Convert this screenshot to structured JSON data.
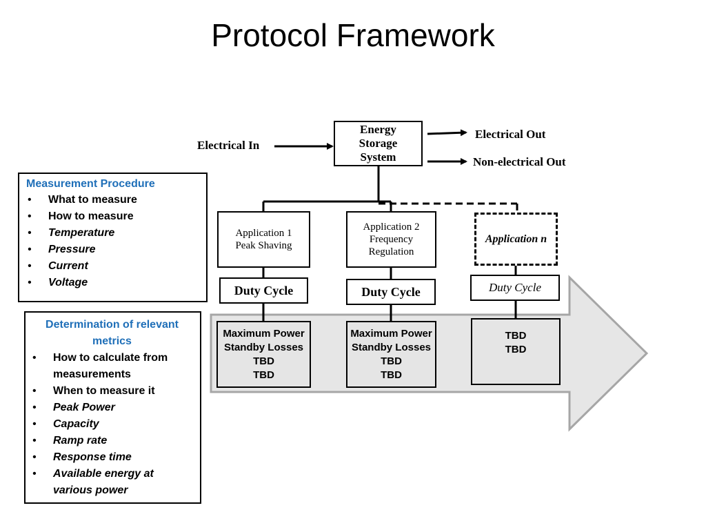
{
  "title": "Protocol Framework",
  "ess": {
    "line1": "Energy",
    "line2": "Storage",
    "line3": "System"
  },
  "io": {
    "electrical_in": "Electrical In",
    "electrical_out": "Electrical Out",
    "non_electrical_out": "Non-electrical Out"
  },
  "applications": [
    {
      "line1": "Application 1",
      "line2": "Peak Shaving",
      "line3": "",
      "duty": "Duty Cycle",
      "metrics": [
        "Maximum Power",
        "Standby Losses",
        "TBD",
        "TBD"
      ]
    },
    {
      "line1": "Application 2",
      "line2": "Frequency",
      "line3": "Regulation",
      "duty": "Duty Cycle",
      "metrics": [
        "Maximum Power",
        "Standby Losses",
        "TBD",
        "TBD"
      ]
    },
    {
      "line1": "Application n",
      "line2": "",
      "line3": "",
      "duty": "Duty Cycle",
      "metrics": [
        "TBD",
        "TBD"
      ]
    }
  ],
  "measurement": {
    "heading": "Measurement Procedure",
    "items": [
      {
        "text": "What to measure",
        "italic": false
      },
      {
        "text": "How to measure",
        "italic": false
      },
      {
        "text": "Temperature",
        "italic": true
      },
      {
        "text": "Pressure",
        "italic": true
      },
      {
        "text": "Current",
        "italic": true
      },
      {
        "text": "Voltage",
        "italic": true
      }
    ]
  },
  "determination": {
    "heading": "Determination of relevant metrics",
    "items": [
      {
        "text": "How to calculate from measurements",
        "italic": false
      },
      {
        "text": "When to measure it",
        "italic": false
      },
      {
        "text": "Peak Power",
        "italic": true
      },
      {
        "text": "Capacity",
        "italic": true
      },
      {
        "text": "Ramp rate",
        "italic": true
      },
      {
        "text": "Response time",
        "italic": true
      },
      {
        "text": "Available energy at various power",
        "italic": true
      }
    ]
  },
  "colors": {
    "heading_blue": "#1f6fb8",
    "arrow_fill": "#e6e6e6",
    "arrow_stroke": "#a6a6a6"
  }
}
